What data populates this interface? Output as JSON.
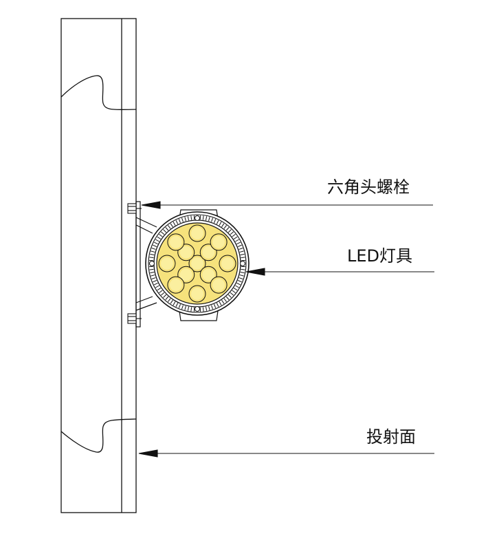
{
  "labels": {
    "bolt": "六角头螺栓",
    "led": "LED灯具",
    "surface": "投射面"
  },
  "colors": {
    "line": "#111111",
    "led_fill": "#f6e27c",
    "background": "#ffffff"
  },
  "led": {
    "lens_count": 13
  }
}
